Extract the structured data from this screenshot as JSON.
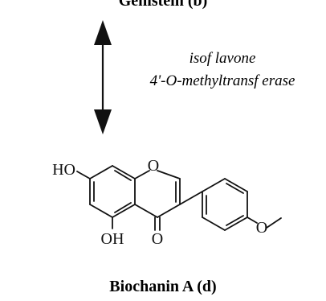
{
  "top_compound": {
    "name": "Genistein (b)"
  },
  "enzyme": {
    "line1": "isof lavone",
    "line2": "4'-O-methyltransf erase"
  },
  "bottom_compound": {
    "name": "Biochanin A (d)"
  },
  "atoms": {
    "ho": "HO",
    "ring_o": "O",
    "oh": "OH",
    "keto_o": "O",
    "methoxy_o": "O"
  }
}
